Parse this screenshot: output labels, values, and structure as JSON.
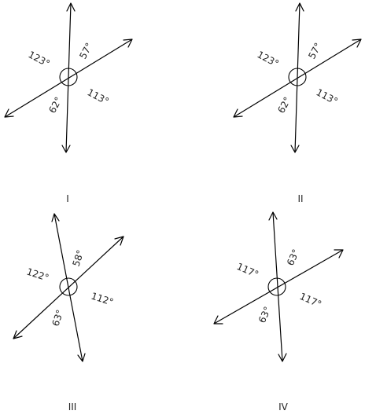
{
  "figures": [
    {
      "label": "I",
      "angles": {
        "upper_left": "123°",
        "upper_right": "57°",
        "lower_right": "113°",
        "lower_left": "62°"
      }
    },
    {
      "label": "II",
      "angles": {
        "upper_left": "123°",
        "upper_right": "57°",
        "lower_right": "113°",
        "lower_left": "62°"
      }
    },
    {
      "label": "III",
      "angles": {
        "upper_left": "122°",
        "upper_right": "58°",
        "lower_right": "112°",
        "lower_left": "63°"
      }
    },
    {
      "label": "IV",
      "angles": {
        "upper_left": "117°",
        "upper_right": "63°",
        "lower_right": "117°",
        "lower_left": "63°"
      }
    }
  ]
}
